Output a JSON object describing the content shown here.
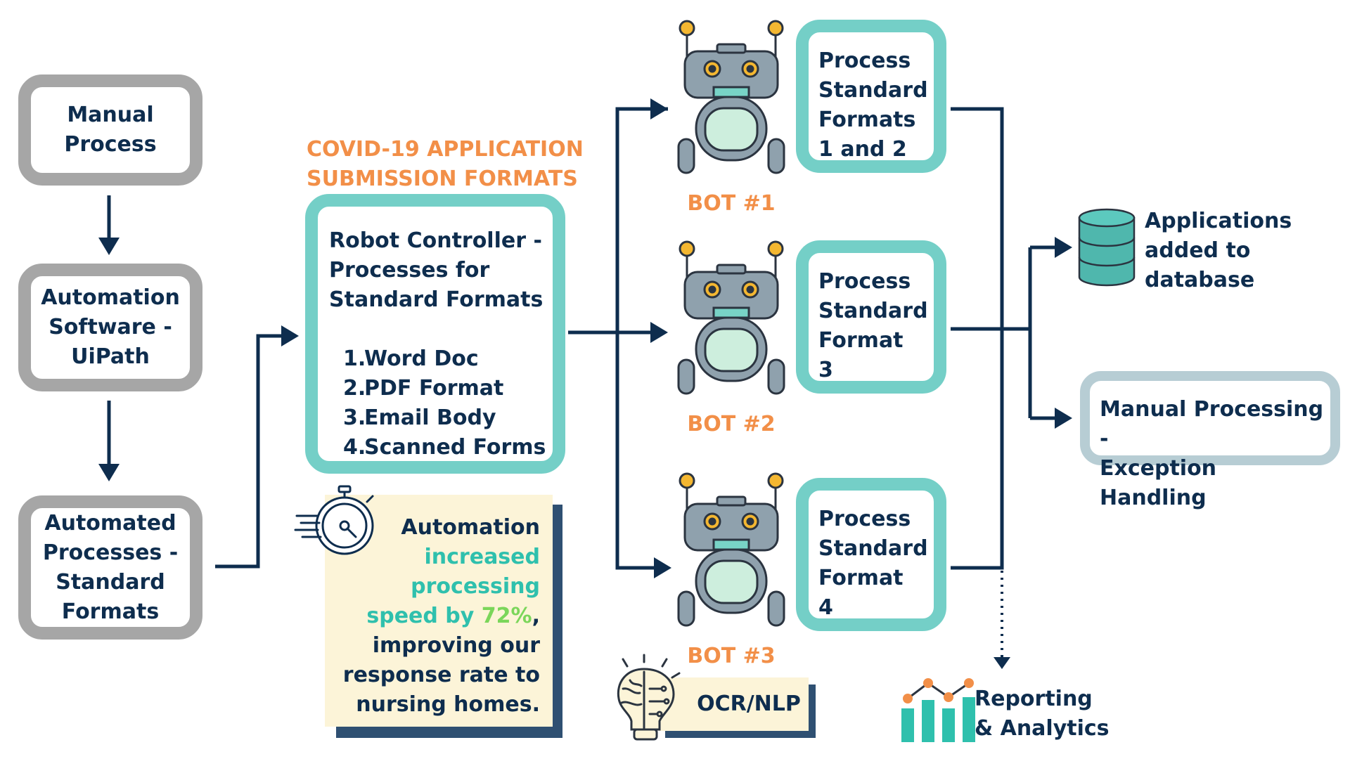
{
  "left_flow": {
    "manual_process": [
      "Manual",
      "Process"
    ],
    "automation_software": [
      "Automation",
      "Software -",
      "UiPath"
    ],
    "automated_processes": [
      "Automated",
      "Processes -",
      "Standard",
      "Formats"
    ]
  },
  "controller": {
    "heading": [
      "COVID-19 APPLICATION",
      "SUBMISSION FORMATS"
    ],
    "title": [
      "Robot Controller -",
      "Processes for",
      "Standard Formats"
    ],
    "formats": [
      {
        "num": "1.",
        "label": "Word Doc"
      },
      {
        "num": "2.",
        "label": "PDF Format"
      },
      {
        "num": "3.",
        "label": "Email Body"
      },
      {
        "num": "4.",
        "label": "Scanned Forms"
      }
    ]
  },
  "callout": {
    "line1": "Automation",
    "line2": "increased",
    "line3": "processing",
    "line4a": "speed by ",
    "line4b": "72%",
    "line4c": ",",
    "line5": "improving our",
    "line6": "response rate to",
    "line7": "nursing homes."
  },
  "bots": [
    {
      "label": "BOT #1",
      "process": [
        "Process",
        "Standard",
        "Formats",
        "1 and 2"
      ]
    },
    {
      "label": "BOT #2",
      "process": [
        "Process",
        "Standard",
        "Format",
        "3"
      ]
    },
    {
      "label": "BOT #3",
      "process": [
        "Process",
        "Standard",
        "Format",
        "4"
      ]
    }
  ],
  "ocr_label": "OCR/NLP",
  "outputs": {
    "database": [
      "Applications",
      "added to",
      "database"
    ],
    "manual": [
      "Manual Processing -",
      "Exception Handling"
    ],
    "reporting": [
      "Reporting",
      "& Analytics"
    ]
  },
  "colors": {
    "navy": "#0e2d4e",
    "teal": "#74cfc7",
    "orange": "#f28f48",
    "gray": "#a6a6a6",
    "note_bg": "#fcf4d8"
  }
}
